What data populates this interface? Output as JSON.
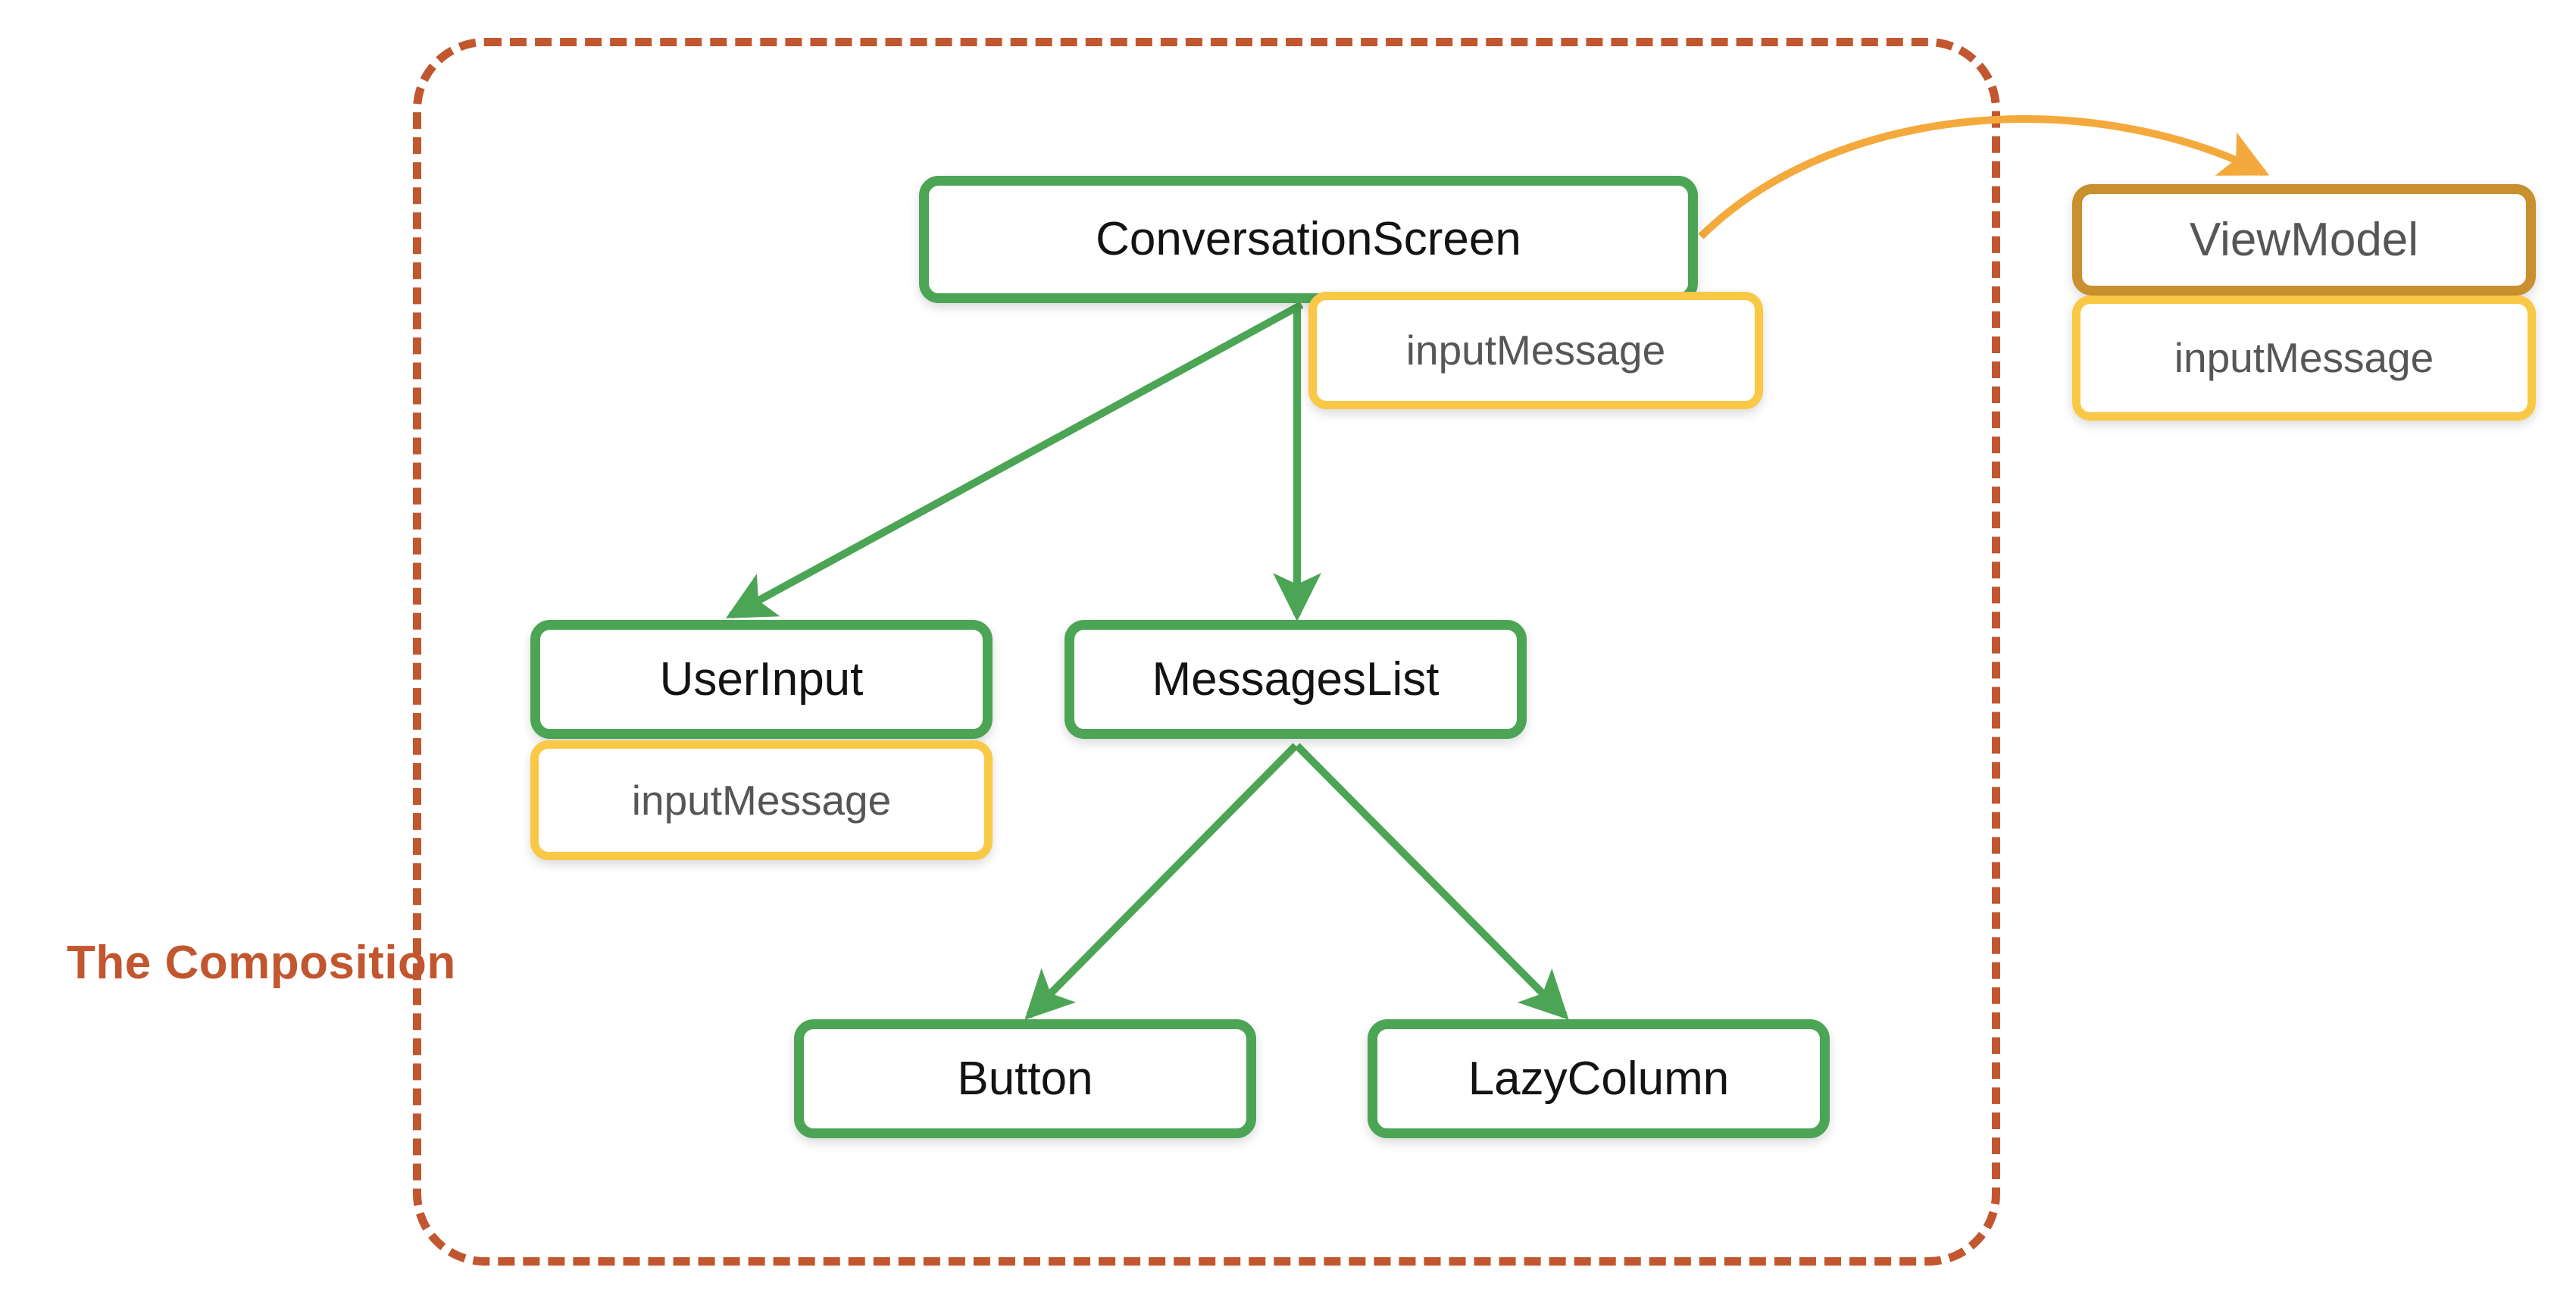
{
  "diagram": {
    "title": "Compose state hoisting diagram",
    "boundary": {
      "label": "The Composition",
      "style": "dashed",
      "color": "#C1562F"
    },
    "colors": {
      "composable_border": "#4CA455",
      "state_border": "#F9C846",
      "viewmodel_border": "#C8902F",
      "boundary": "#C1562F",
      "arrow_green": "#4CA455",
      "arrow_orange": "#F4A93C",
      "node_text": "#131313",
      "state_text": "#565656"
    },
    "nodes": [
      {
        "id": "conversation-screen",
        "label": "ConversationScreen",
        "kind": "composable"
      },
      {
        "id": "view-model",
        "label": "ViewModel",
        "kind": "viewmodel"
      },
      {
        "id": "user-input",
        "label": "UserInput",
        "kind": "composable"
      },
      {
        "id": "messages-list",
        "label": "MessagesList",
        "kind": "composable"
      },
      {
        "id": "button",
        "label": "Button",
        "kind": "composable"
      },
      {
        "id": "lazy-column",
        "label": "LazyColumn",
        "kind": "composable"
      }
    ],
    "states": [
      {
        "id": "conversation-input",
        "label": "inputMessage",
        "owner": "conversation-screen"
      },
      {
        "id": "view-model-input",
        "label": "inputMessage",
        "owner": "view-model"
      },
      {
        "id": "user-input-input",
        "label": "inputMessage",
        "owner": "user-input"
      }
    ],
    "edges": [
      {
        "from": "conversation-screen",
        "to": "user-input",
        "color": "#4CA455",
        "style": "solid-straight"
      },
      {
        "from": "conversation-screen",
        "to": "messages-list",
        "color": "#4CA455",
        "style": "solid-straight"
      },
      {
        "from": "messages-list",
        "to": "button",
        "color": "#4CA455",
        "style": "solid-straight"
      },
      {
        "from": "messages-list",
        "to": "lazy-column",
        "color": "#4CA455",
        "style": "solid-straight"
      },
      {
        "from": "conversation-screen",
        "to": "view-model",
        "color": "#F4A93C",
        "style": "curved-arc"
      }
    ]
  }
}
